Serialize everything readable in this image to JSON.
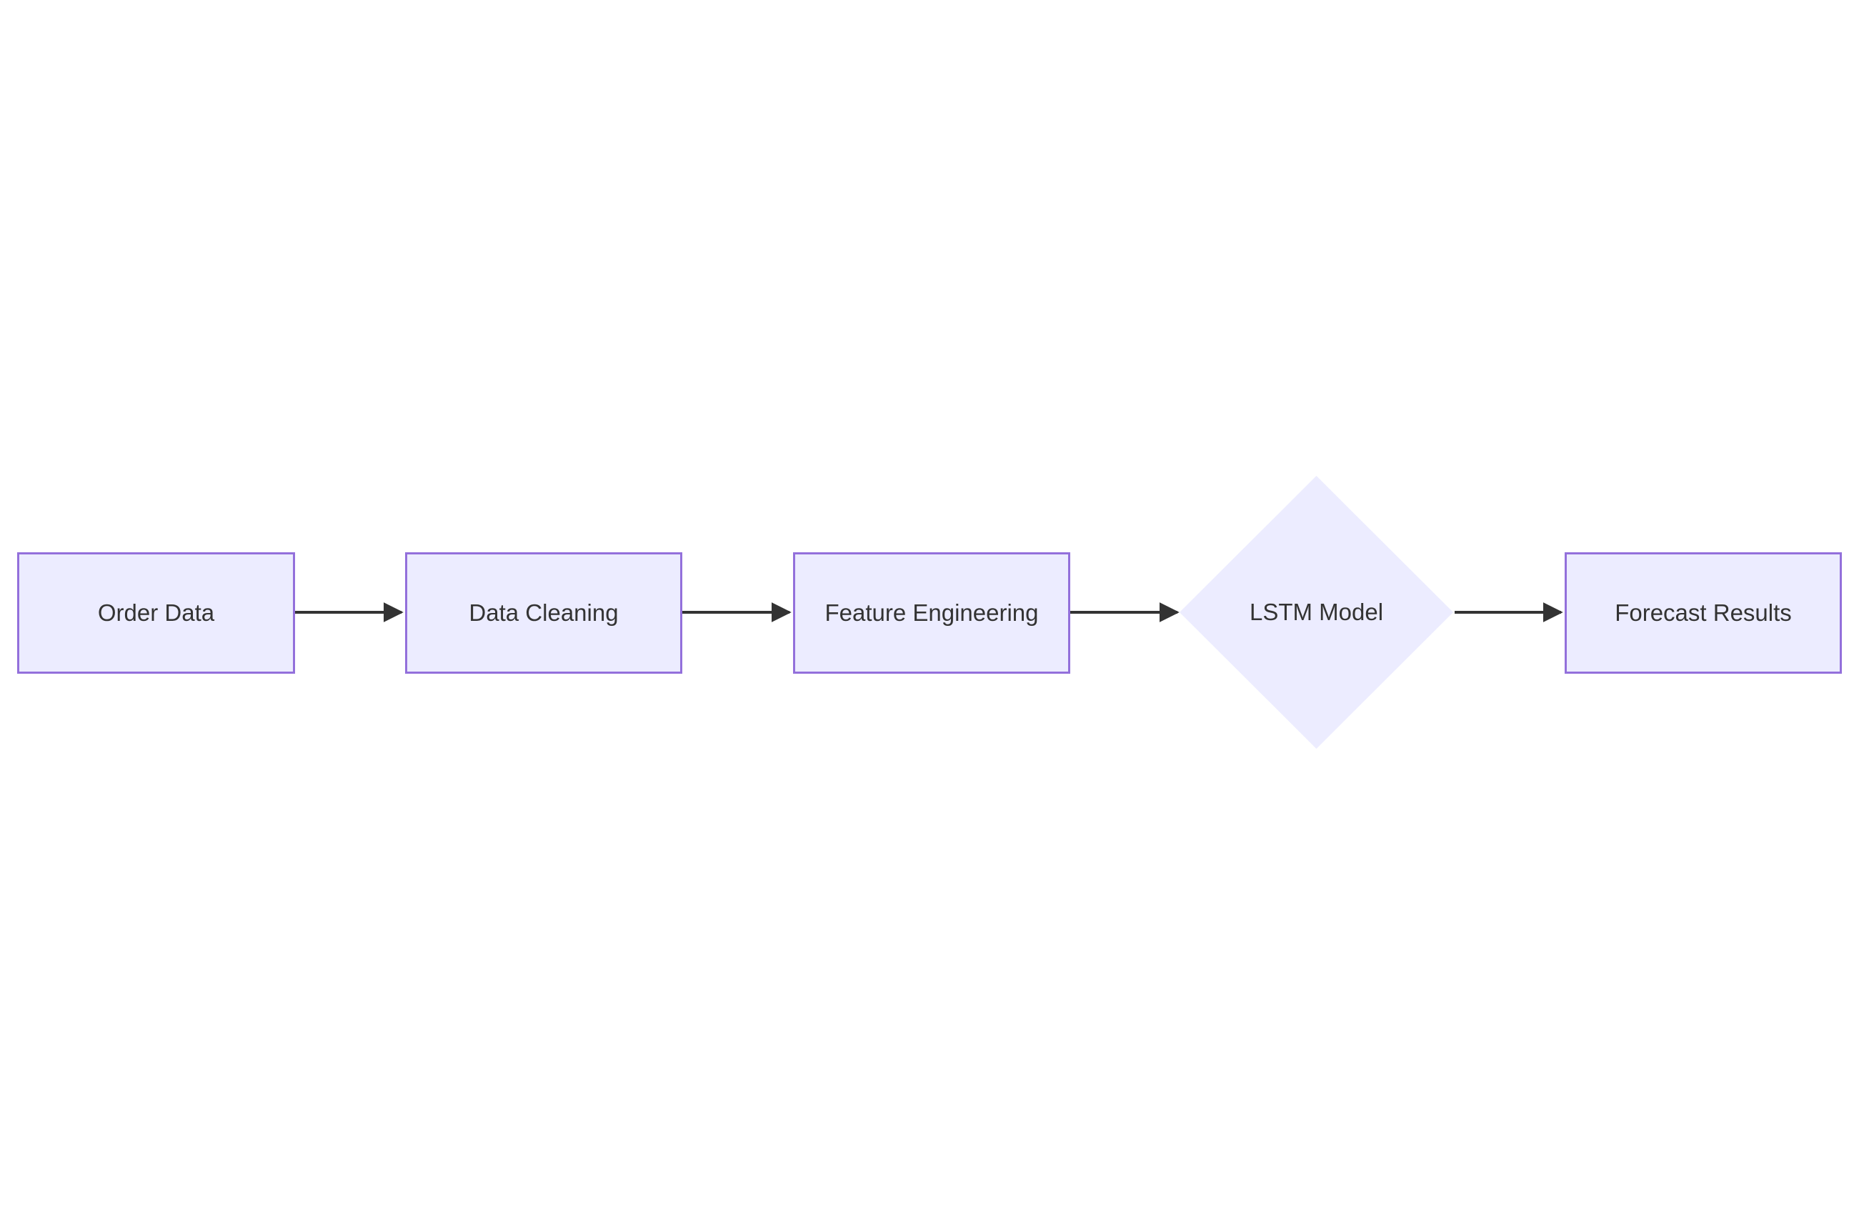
{
  "diagram": {
    "type": "flowchart",
    "direction": "left-to-right",
    "nodes": [
      {
        "id": "order-data",
        "label": "Order Data",
        "shape": "rectangle"
      },
      {
        "id": "data-cleaning",
        "label": "Data Cleaning",
        "shape": "rectangle"
      },
      {
        "id": "feature-engineering",
        "label": "Feature Engineering",
        "shape": "rectangle"
      },
      {
        "id": "lstm-model",
        "label": "LSTM Model",
        "shape": "diamond"
      },
      {
        "id": "forecast-results",
        "label": "Forecast Results",
        "shape": "rectangle"
      }
    ],
    "edges": [
      {
        "from": "order-data",
        "to": "data-cleaning",
        "style": "arrow"
      },
      {
        "from": "data-cleaning",
        "to": "feature-engineering",
        "style": "arrow"
      },
      {
        "from": "feature-engineering",
        "to": "lstm-model",
        "style": "arrow"
      },
      {
        "from": "lstm-model",
        "to": "forecast-results",
        "style": "arrow"
      }
    ]
  },
  "colors": {
    "background": "#ffffff",
    "node_fill": "#ECECFF",
    "node_stroke": "#9370DB",
    "edge_color": "#333333",
    "text_color": "#333333"
  }
}
